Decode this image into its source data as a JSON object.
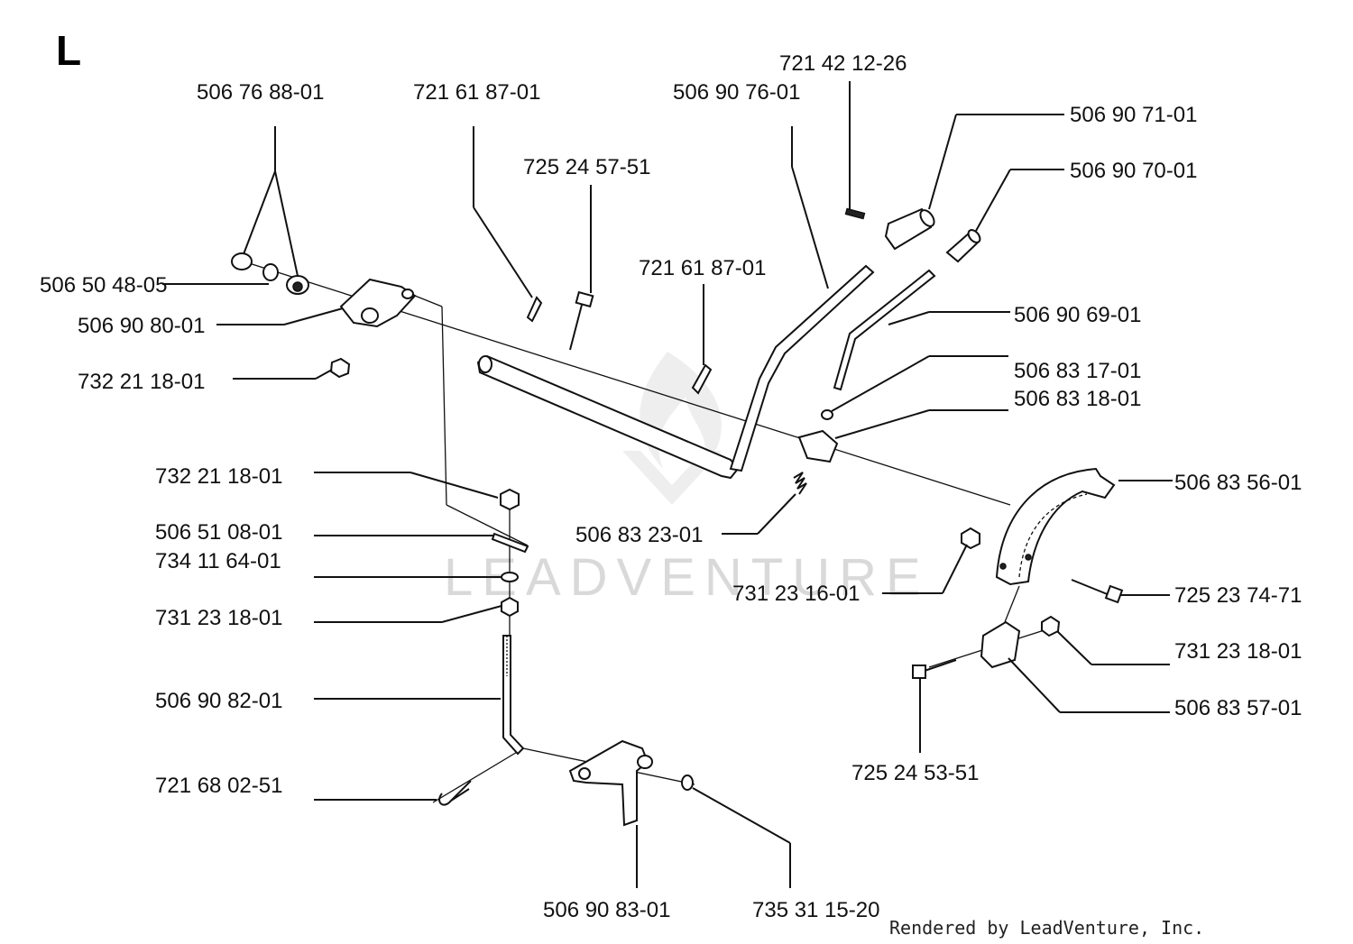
{
  "section_letter": "L",
  "watermark": "LEADVENTURE",
  "credit": "Rendered by LeadVenture, Inc.",
  "parts": {
    "p506768801": "506 76 88-01",
    "p721618701a": "721 61 87-01",
    "p506907601": "506 90 76-01",
    "p721421226": "721 42 12-26",
    "p506907101": "506 90 71-01",
    "p725245751": "725 24 57-51",
    "p506907001": "506 90 70-01",
    "p721618701b": "721 61 87-01",
    "p506504805": "506 50 48-05",
    "p506908001": "506 90 80-01",
    "p506906901": "506 90 69-01",
    "p732211801a": "732 21 18-01",
    "p506831701": "506 83 17-01",
    "p506831801": "506 83 18-01",
    "p732211801b": "732 21 18-01",
    "p506835601": "506 83 56-01",
    "p506510801": "506 51 08-01",
    "p506832301": "506 83 23-01",
    "p734116401": "734 11 64-01",
    "p731231601": "731 23 16-01",
    "p725237471": "725 23 74-71",
    "p731231801a": "731 23 18-01",
    "p731231801b": "731 23 18-01",
    "p506908201": "506 90 82-01",
    "p506835701": "506 83 57-01",
    "p725245351": "725 24 53-51",
    "p721680251": "721 68 02-51",
    "p506908301": "506 90 83-01",
    "p735311520": "735 31 15-20"
  }
}
